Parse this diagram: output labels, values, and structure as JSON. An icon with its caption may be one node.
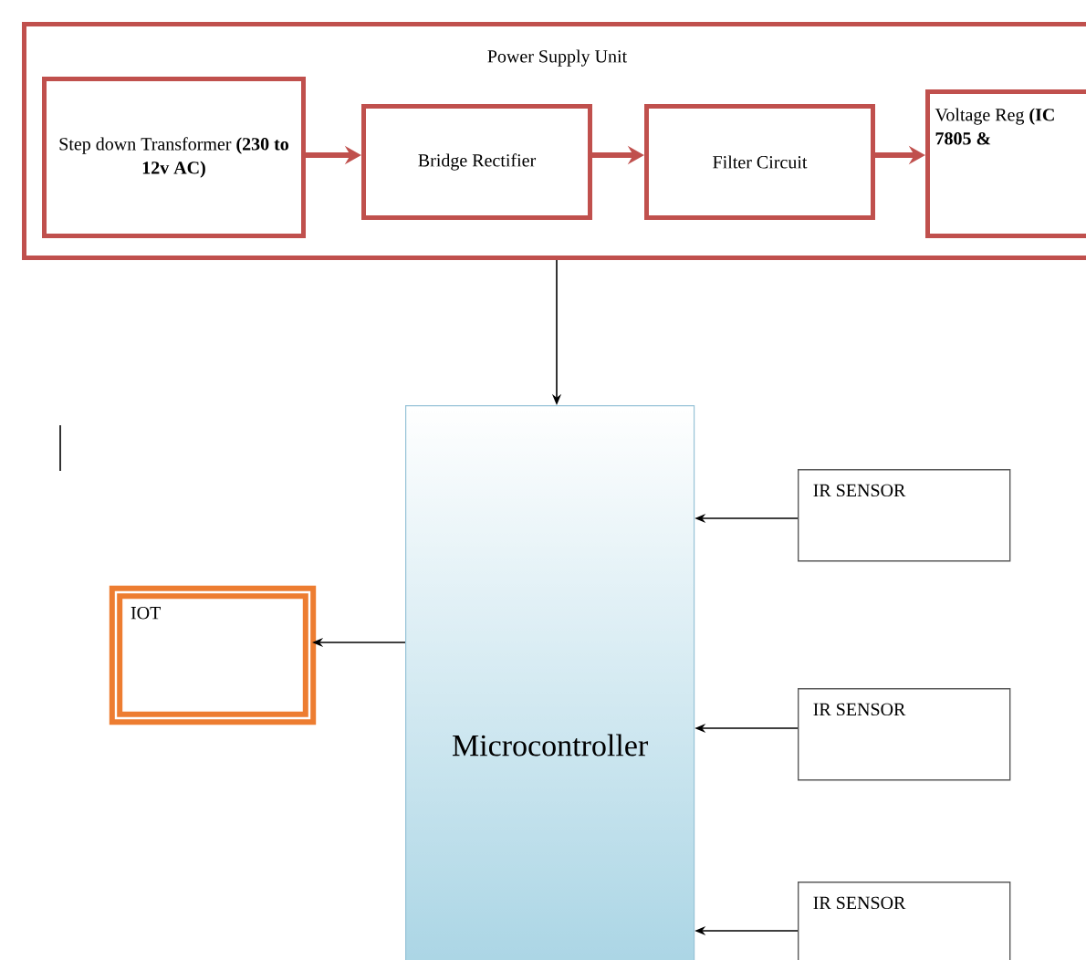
{
  "diagram": {
    "nodes": [
      {
        "text": [
          "Power Supply Unit"
        ]
      },
      {
        "text": [
          "Step down Transformer **(230 to 12v AC)**"
        ],
        "in": 0
      },
      {
        "text": [
          "Bridge Rectifier"
        ],
        "in": 0
      },
      {
        "text": [
          "Filter Circuit"
        ],
        "in": 0
      },
      {
        "text": [
          "Voltage Reg **(IC 7805 &**"
        ],
        "in": 0
      },
      {
        "text": [
          "Microcontroller"
        ]
      },
      {
        "text": [
          "IOT"
        ]
      },
      {
        "text": [
          "IR SENSOR"
        ]
      },
      {
        "text": [
          "IR SENSOR"
        ]
      },
      {
        "text": [
          "IR SENSOR"
        ]
      }
    ],
    "edges": [
      {
        "from": 1,
        "to": 2,
        "arrow": "to",
        "style": "thick",
        "color": "#c0504d"
      },
      {
        "from": 2,
        "to": 3,
        "arrow": "to",
        "style": "thick",
        "color": "#c0504d"
      },
      {
        "from": 3,
        "to": 4,
        "arrow": "to",
        "style": "thick",
        "color": "#c0504d"
      },
      {
        "from": 0,
        "to": 5,
        "arrow": "to"
      },
      {
        "from": 5,
        "to": 6,
        "arrow": "to"
      },
      {
        "from": 7,
        "to": 5,
        "arrow": "to"
      },
      {
        "from": 8,
        "to": 5,
        "arrow": "to"
      },
      {
        "from": 9,
        "to": 5,
        "arrow": "to"
      }
    ]
  }
}
